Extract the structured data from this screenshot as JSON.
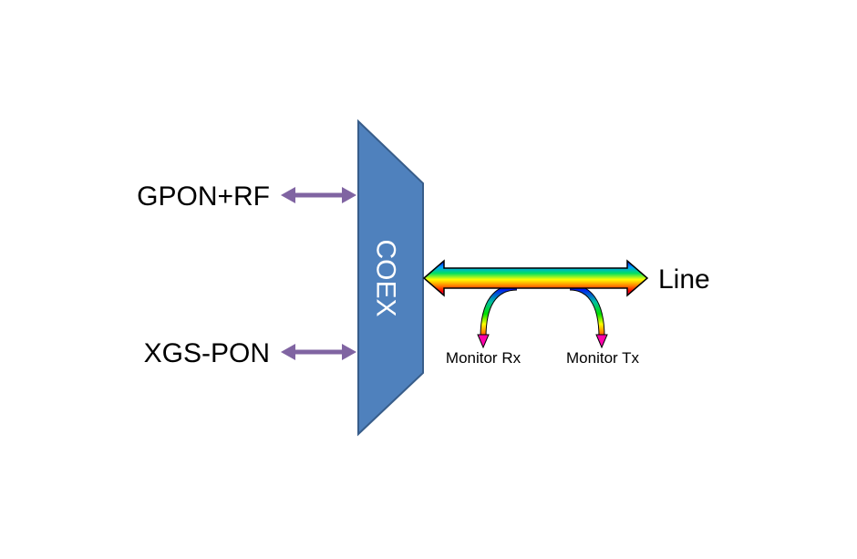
{
  "labels": {
    "gpon": "GPON+RF",
    "xgs": "XGS-PON",
    "coex": "COEX",
    "line": "Line",
    "monitor_rx": "Monitor Rx",
    "monitor_tx": "Monitor Tx"
  },
  "colors": {
    "coex_fill": "#4f81bd",
    "coex_stroke": "#385d8a",
    "input_arrow": "#8064a2",
    "rainbow": [
      "#0000ff",
      "#00a0ff",
      "#00e060",
      "#ffff00",
      "#ff8000",
      "#ff0000",
      "#ff00aa"
    ]
  }
}
